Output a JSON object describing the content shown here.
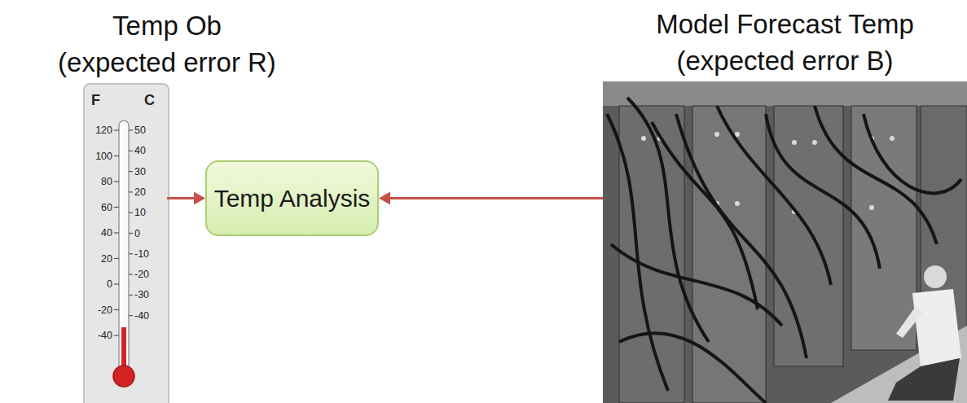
{
  "diagram": {
    "nodes": [
      {
        "text": [
          "Temp Ob (expected error R)"
        ]
      },
      {
        "text": [
          "Temp Analysis"
        ]
      },
      {
        "text": [
          "Model Forecast Temp (expected error B)"
        ]
      }
    ],
    "edges": [
      {
        "from": 0,
        "to": 1,
        "arrow": "to"
      },
      {
        "from": 2,
        "to": 1,
        "arrow": "to"
      }
    ],
    "labels": [
      "F",
      "C",
      "120",
      "100",
      "80",
      "60",
      "40",
      "20",
      "0",
      "-20",
      "-40",
      "50",
      "40",
      "30",
      "20",
      "10",
      "0",
      "-10",
      "-20",
      "-30",
      "-40"
    ]
  }
}
